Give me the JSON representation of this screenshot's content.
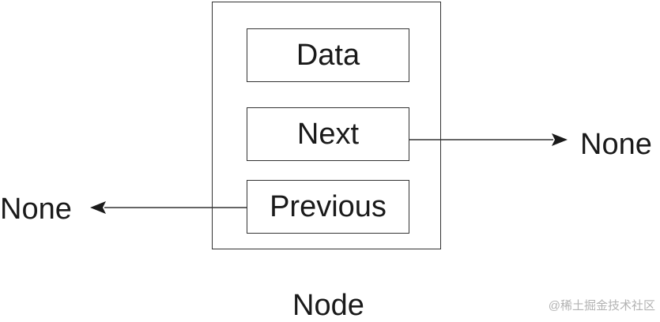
{
  "node": {
    "caption": "Node",
    "fields": {
      "data": "Data",
      "next": "Next",
      "previous": "Previous"
    }
  },
  "next_target": "None",
  "previous_target": "None",
  "watermark": "@稀土掘金技术社区",
  "colors": {
    "stroke": "#333333",
    "text": "#1a1a1a",
    "watermark": "#b3b3b3",
    "background": "#ffffff"
  }
}
